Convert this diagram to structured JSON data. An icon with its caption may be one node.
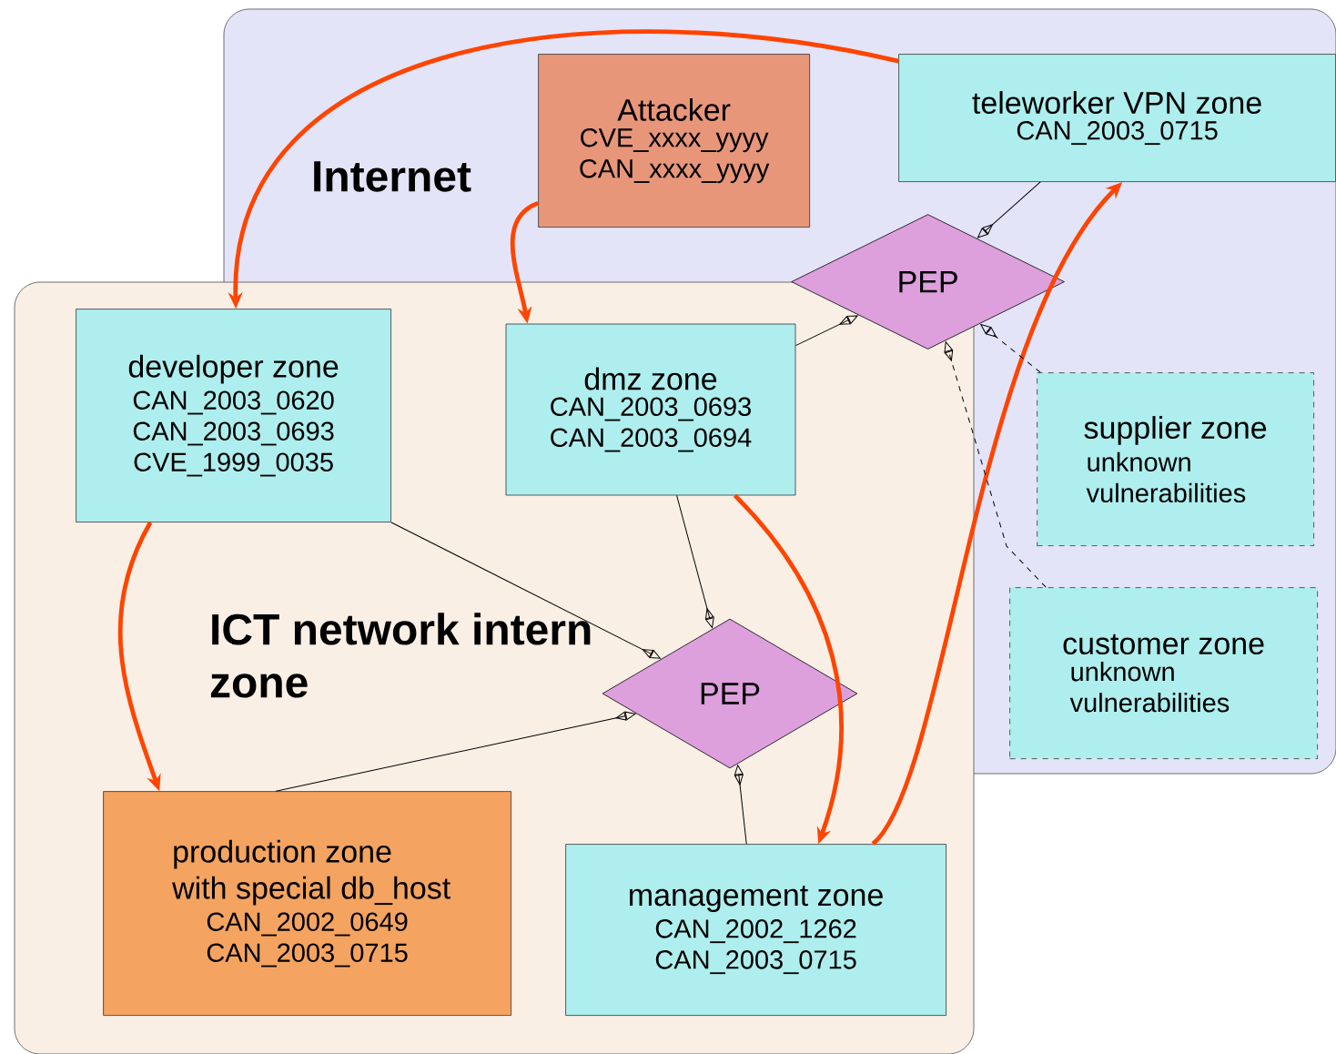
{
  "diagram": {
    "nodes": [
      {
        "text": [
          "Internet"
        ]
      },
      {
        "text": [
          "ICT network intern zone"
        ]
      },
      {
        "text": [
          "Attacker",
          "CVE_xxxx_yyyy CAN_xxxx_yyyy"
        ],
        "in": 0
      },
      {
        "text": [
          "teleworker VPN zone",
          "CAN_2003_0715"
        ],
        "in": 0
      },
      {
        "text": [
          "PEP"
        ],
        "in": 0
      },
      {
        "text": [
          "developer zone",
          "CAN_2003_0620 CAN_2003_0693 CVE_1999_0035"
        ],
        "in": 1
      },
      {
        "text": [
          "dmz zone",
          "CAN_2003_0693 CAN_2003_0694"
        ]
      },
      {
        "text": [
          "supplier zone",
          "unknown vulnerabilities"
        ],
        "in": 0
      },
      {
        "text": [
          "customer zone",
          "unknown vulnerabilities"
        ],
        "in": 0
      },
      {
        "text": [
          "PEP"
        ]
      },
      {
        "text": [
          "production zone with special db_host",
          "CAN_2002_0649 CAN_2003_0715"
        ],
        "in": 1
      },
      {
        "text": [
          "management zone",
          "CAN_2002_1262 CAN_2003_0715"
        ],
        "in": 1
      }
    ],
    "edges": [
      {
        "from": 2,
        "to": 6,
        "arrow": "to",
        "style": "thick",
        "color": "#ff4400"
      },
      {
        "from": 3,
        "to": 5,
        "arrow": "to",
        "style": "thick",
        "color": "#ff4400"
      },
      {
        "from": 5,
        "to": 10,
        "arrow": "to",
        "style": "thick",
        "color": "#ff4400"
      },
      {
        "from": 6,
        "to": 11,
        "arrow": "to",
        "style": "thick",
        "color": "#ff4400"
      },
      {
        "from": 11,
        "to": 3,
        "arrow": "to",
        "style": "thick",
        "color": "#ff4400"
      },
      {
        "from": 3,
        "to": 4,
        "arrow": "to"
      },
      {
        "from": 6,
        "to": 4,
        "arrow": "to"
      },
      {
        "from": 7,
        "to": 4,
        "arrow": "to",
        "style": "dashed"
      },
      {
        "from": 8,
        "to": 4,
        "arrow": "to",
        "style": "dashed"
      },
      {
        "from": 5,
        "to": 9,
        "arrow": "to"
      },
      {
        "from": 6,
        "to": 9,
        "arrow": "to"
      },
      {
        "from": 10,
        "to": 9,
        "arrow": "to"
      },
      {
        "from": 11,
        "to": 9,
        "arrow": "to"
      }
    ]
  }
}
